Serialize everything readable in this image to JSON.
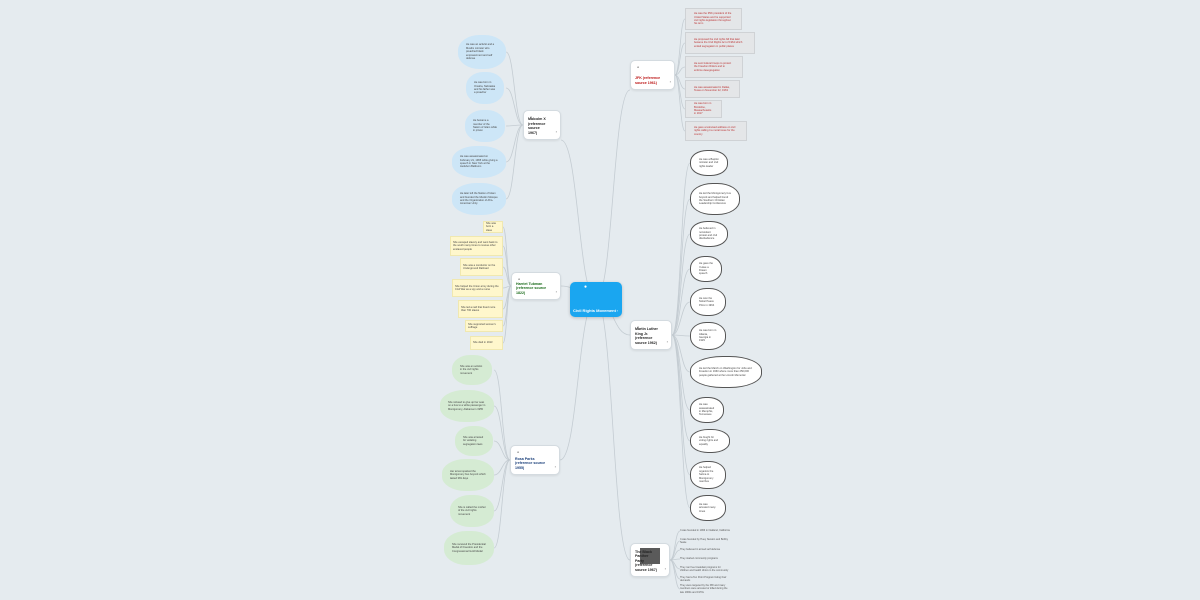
{
  "center": {
    "title": "Civil Rights Movement"
  },
  "branches": {
    "malcolm": {
      "title": "Malcolm X (reference source 1967)"
    },
    "jfk": {
      "title": "JFK (reference source 1961)"
    },
    "mlk": {
      "title": "Martin Luther King Jr. (reference source 1962)"
    },
    "panther": {
      "title": "The Black Panther Party (reference source 1967)"
    },
    "tubman": {
      "title": "Harriet Tubman (reference source 1822)"
    },
    "parks": {
      "title": "Rosa Parks (reference source 1955)"
    }
  },
  "malcolm_notes": [
    "He was an activist and a Muslim minister who preached black empowerment and self defense",
    "He was born in Omaha, Nebraska and his father was a preacher",
    "He became a member of the Nation of Islam while in prison",
    "He was assassinated on February 21, 1965 while giving a speech in New York at the Audubon Ballroom",
    "He later left the Nation of Islam and founded the Muslim Mosque and the Organization of Afro-American Unity"
  ],
  "jfk_notes": [
    "He was the 35th president of the United States and he supported civil rights legislation throughout his term",
    "He proposed the civil rights bill that later became the Civil Rights Act of 1964 which ended segregation in public places",
    "He sent federal troops to protect the Freedom Riders and to enforce desegregation",
    "He was assassinated in Dallas, Texas on November 22, 1963",
    "He was born in Brookline, Massachusetts in 1917",
    "He gave a televised address on civil rights calling it a moral issue for the country"
  ],
  "mlk_notes": [
    "He was a Baptist minister and civil rights leader",
    "He led the Montgomery bus boycott and helped found the Southern Christian Leadership Conference",
    "He believed in nonviolent protest and civil disobedience",
    "He gave the I Have a Dream speech",
    "He won the Nobel Peace Prize in 1964",
    "He was born in Atlanta, Georgia in 1929",
    "He led the March on Washington for Jobs and Freedom in 1963 where more than 250,000 people gathered at the Lincoln Memorial",
    "He was assassinated in Memphis, Tennessee",
    "He fought for voting rights and equality",
    "He helped organize the Selma to Montgomery marches",
    "He was arrested many times"
  ],
  "panther_notes": [
    "It was founded in 1966 in Oakland, California",
    "It was founded by Huey Newton and Bobby Seale",
    "They believed in armed self defense",
    "They started community programs",
    "They ran free breakfast programs for children and health clinics in the community",
    "They had a Ten Point Program listing their demands",
    "They were targeted by the FBI and many members were arrested or killed during the late 1960s and 1970s"
  ],
  "tubman_notes": [
    "She was born a slave",
    "She escaped slavery and went back to the south many times to rescue other enslaved people",
    "She was a conductor on the Underground Railroad",
    "She helped the Union army during the Civil War as a spy and a nurse",
    "She led a raid that freed more than 700 slaves",
    "She supported women's suffrage",
    "She died in 1913"
  ],
  "parks_notes": [
    "She was an activist in the civil rights movement",
    "She refused to give up her seat on a bus to a white passenger in Montgomery, Alabama in 1955",
    "She was arrested for violating segregation laws",
    "Her arrest sparked the Montgomery bus boycott which lasted 381 days",
    "She is called the mother of the civil rights movement",
    "She received the Presidential Medal of Freedom and the Congressional Gold Medal"
  ]
}
